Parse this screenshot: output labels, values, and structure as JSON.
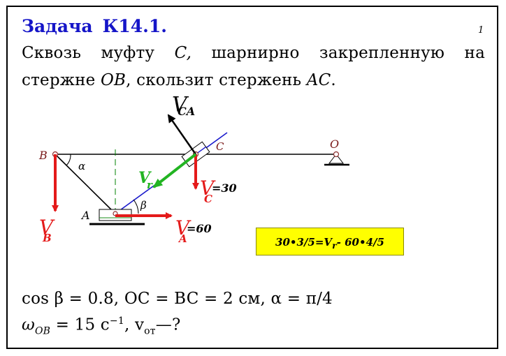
{
  "title": {
    "label": "Задача",
    "number": "К14.1."
  },
  "page_number": "1",
  "statement": {
    "words1": [
      "Сквозь",
      "муфту",
      "C,",
      "шарнирно",
      "закрепленную",
      "на"
    ],
    "line2_a": "стержне ",
    "ob": "OB",
    "line2_b": ", скользит стержень ",
    "ac": "AC",
    "line2_c": "."
  },
  "labels": {
    "B": "B",
    "A": "A",
    "O": "O",
    "C": "C",
    "alpha": "α",
    "beta": "β",
    "V": "V",
    "sub_B": "B",
    "sub_A": "A",
    "sub_C": "C",
    "sub_CA": "CA",
    "sub_r": "r",
    "vc_value": "=30",
    "va_value": "=60"
  },
  "equation": {
    "text": "30•3/5=V",
    "sub": "r",
    "rest": "- 60•4/5"
  },
  "conditions": {
    "line1": "cos β = 0.8,  OC = BC = 2 см,  α = π/4",
    "omega": "ω",
    "omega_sub": "OB",
    "eq_a": " = 15 с",
    "exp": "−1",
    "v": ",  v",
    "v_sub": "от",
    "q": "—?"
  },
  "colors": {
    "title": "#1515c8",
    "red": "#e41a1a",
    "green": "#22b422",
    "blue": "#1a1acc",
    "highlight": "#ffff00"
  }
}
